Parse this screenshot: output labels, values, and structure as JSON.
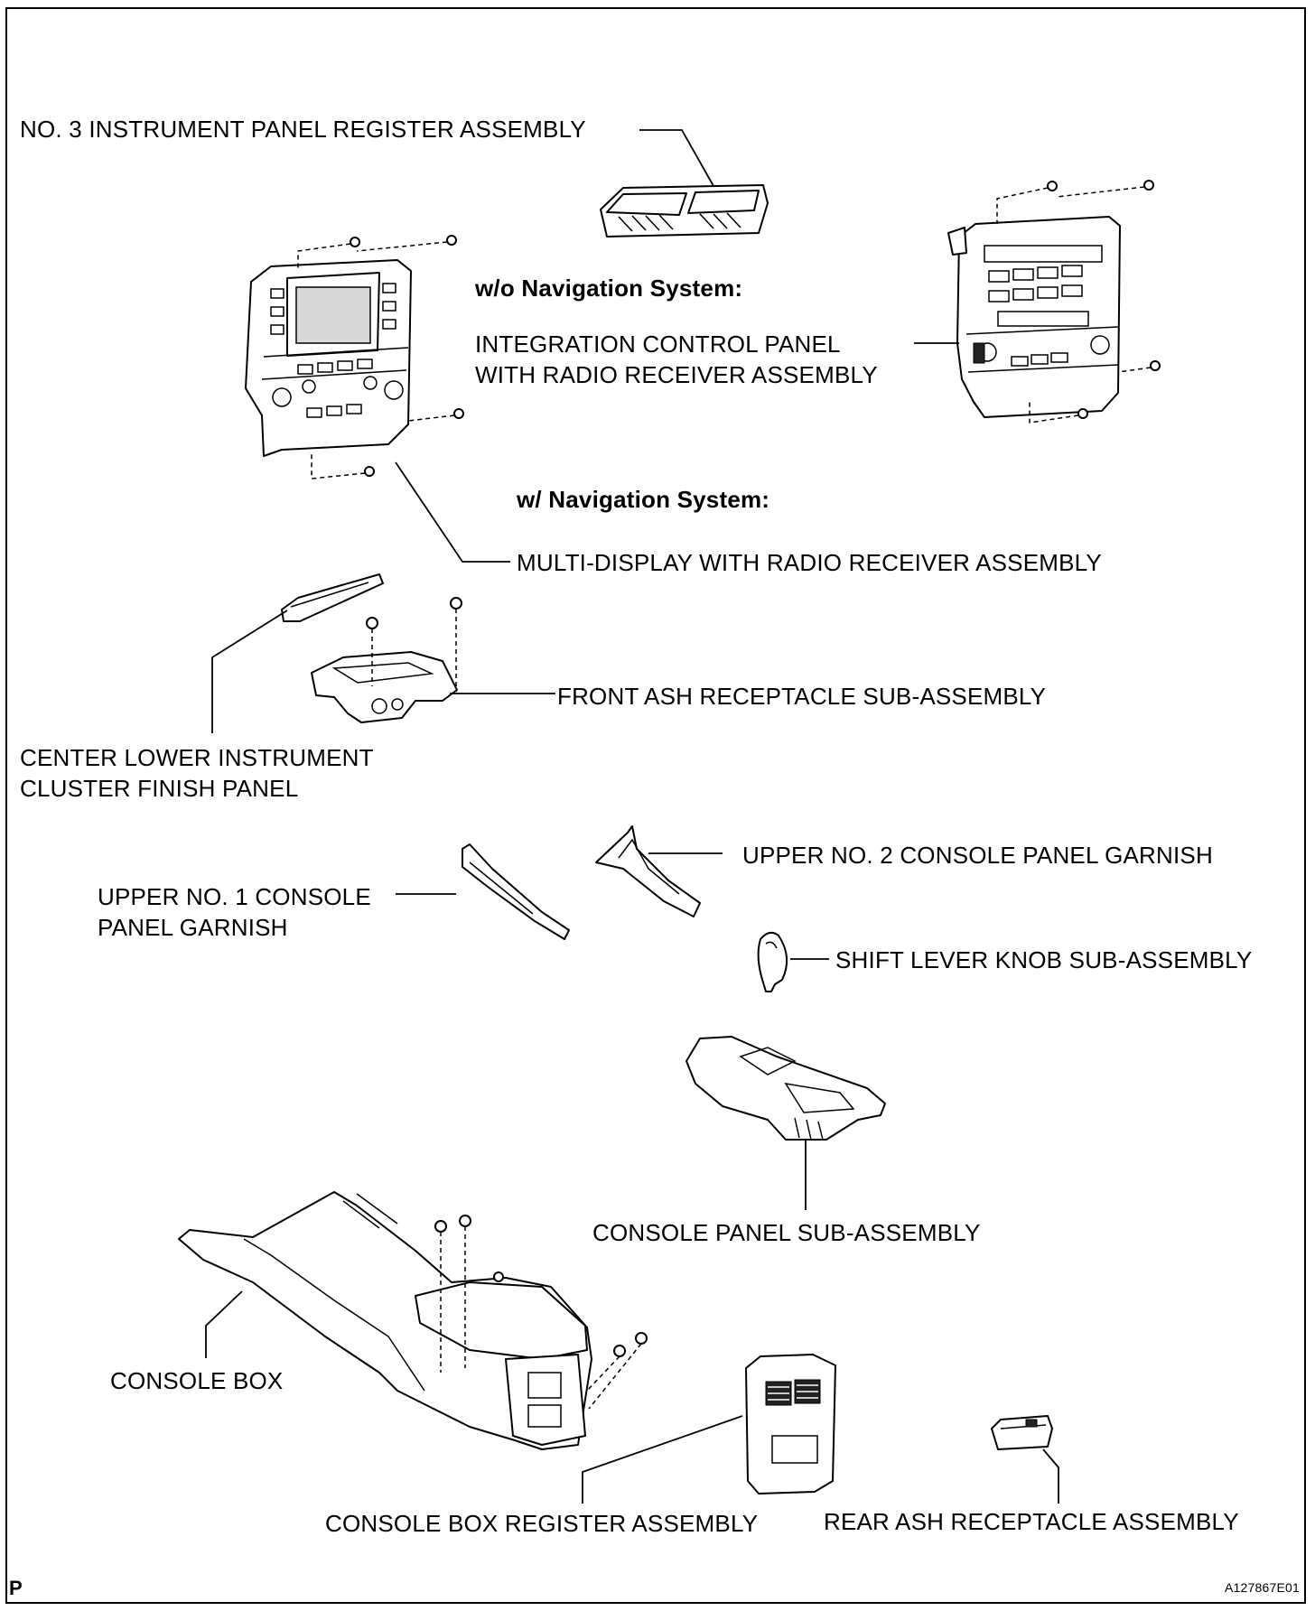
{
  "labels": {
    "register_no3": "NO. 3 INSTRUMENT PANEL REGISTER ASSEMBLY",
    "wo_nav": "w/o Navigation System:",
    "integration_line1": "INTEGRATION CONTROL PANEL",
    "integration_line2": "WITH RADIO RECEIVER ASSEMBLY",
    "w_nav": "w/ Navigation System:",
    "multi_display": "MULTI-DISPLAY WITH RADIO RECEIVER ASSEMBLY",
    "front_ash": "FRONT ASH RECEPTACLE SUB-ASSEMBLY",
    "center_lower_line1": "CENTER LOWER INSTRUMENT",
    "center_lower_line2": "CLUSTER FINISH PANEL",
    "upper_no2": "UPPER NO. 2 CONSOLE PANEL GARNISH",
    "upper_no1_line1": "UPPER NO. 1 CONSOLE",
    "upper_no1_line2": "PANEL GARNISH",
    "shift_knob": "SHIFT LEVER KNOB SUB-ASSEMBLY",
    "console_panel": "CONSOLE PANEL SUB-ASSEMBLY",
    "console_box": "CONSOLE BOX",
    "console_box_register": "CONSOLE BOX REGISTER ASSEMBLY",
    "rear_ash": "REAR ASH RECEPTACLE ASSEMBLY"
  },
  "footer": {
    "page_mark": "P",
    "figure_code": "A127867E01"
  }
}
